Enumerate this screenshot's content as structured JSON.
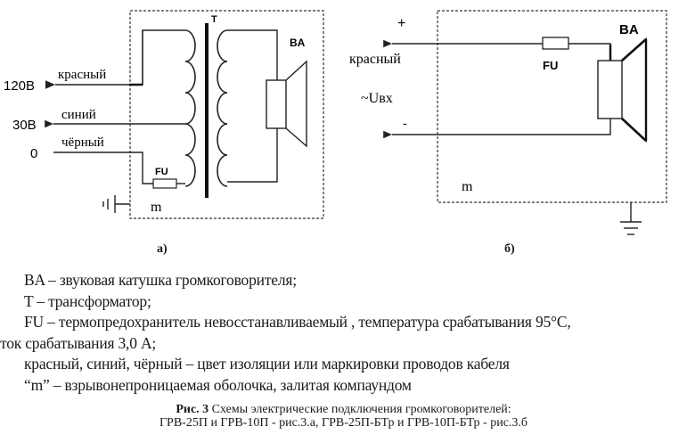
{
  "diagram_a": {
    "label": "а)",
    "transformer_label": "T",
    "speaker_label": "BA",
    "fuse_label": "FU",
    "enclosure_label": "m",
    "terminals": [
      {
        "voltage": "120В",
        "wire": "красный"
      },
      {
        "voltage": "30В",
        "wire": "синий"
      },
      {
        "voltage": "0",
        "wire": "чёрный"
      }
    ]
  },
  "diagram_b": {
    "label": "б)",
    "speaker_label": "BA",
    "fuse_label": "FU",
    "enclosure_label": "m",
    "plus": "+",
    "minus": "-",
    "wire": "красный",
    "input": "~Uвх"
  },
  "legend": [
    "BA – звуковая катушка громкоговорителя;",
    "T – трансформатор;",
    "FU – термопредохранитель невосстанавливаемый , температура срабатывания 95°C,",
    "ток срабатывания 3,0 А;",
    "красный, синий, чёрный – цвет изоляции  или маркировки проводов  кабеля",
    "“m” – взрывонепроницаемая оболочка, залитая компаундом"
  ],
  "caption": {
    "prefix": "Рис. 3",
    "line1": " Схемы электрические подключения громкоговорителей:",
    "line2": "ГРВ-25П и ГРВ-10П - рис.3.а, ГРВ-25П-БТр и ГРВ-10П-БТр - рис.3.б"
  }
}
